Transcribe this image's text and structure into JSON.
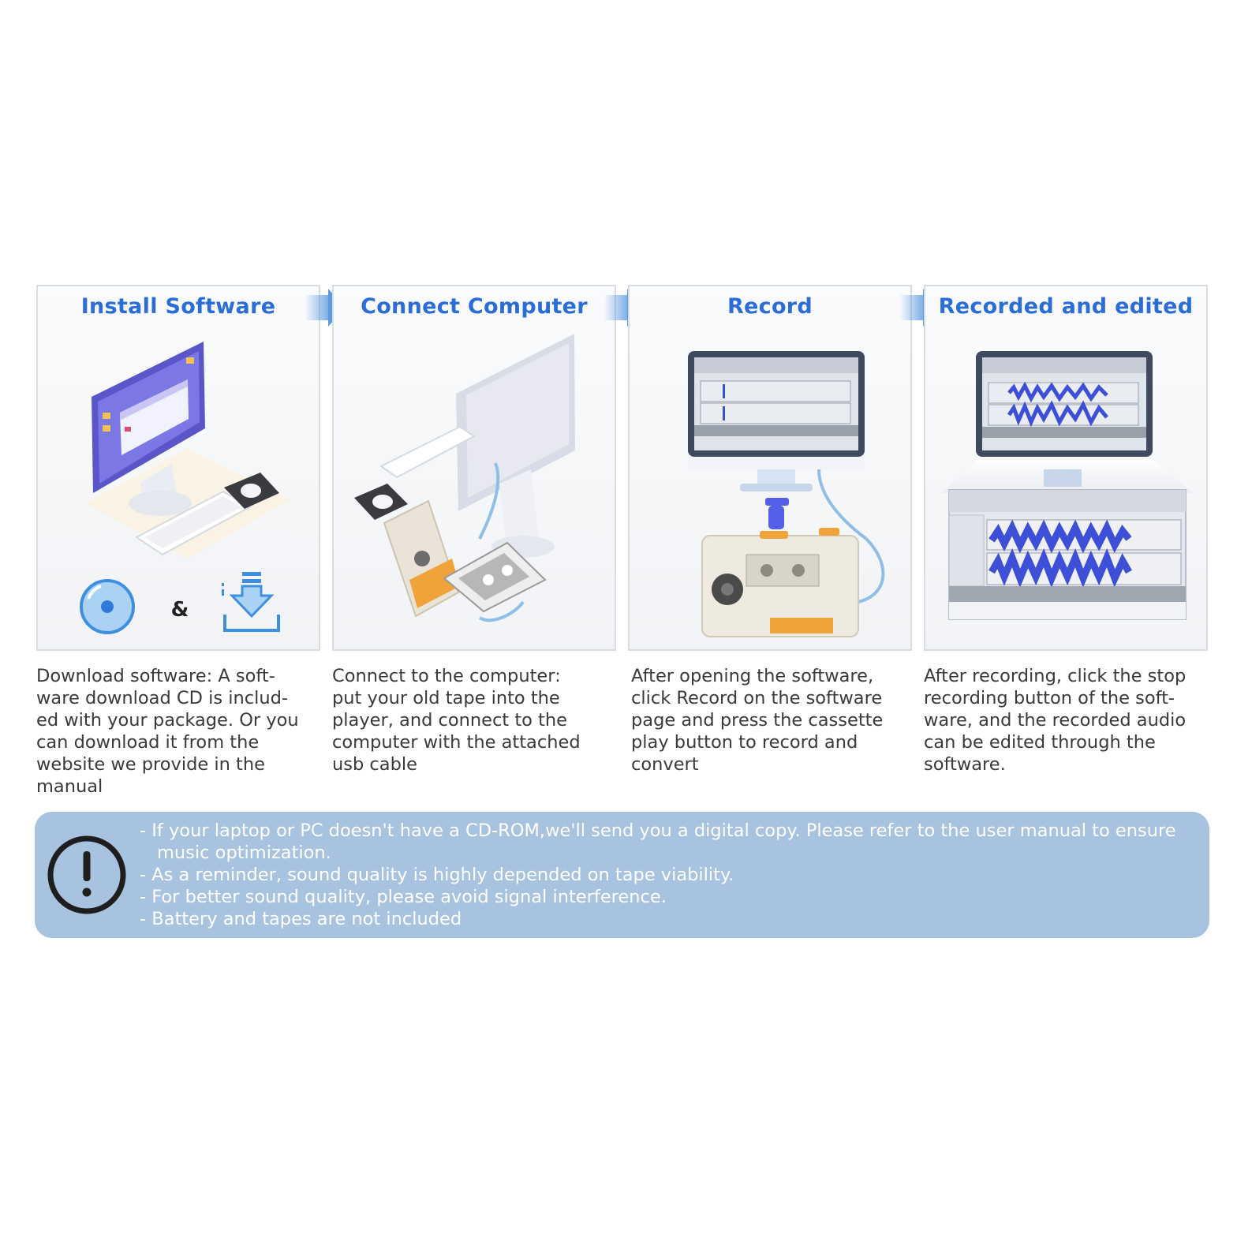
{
  "steps": [
    {
      "title": "Install Software",
      "description": "Download software: A soft-\nware download CD is includ-\ned with your package. Or you\ncan download it from the\nwebsite we provide in the\nmanual",
      "ampersand": "&"
    },
    {
      "title": "Connect Computer",
      "description": "Connect to the computer:\nput your old tape into the\nplayer, and connect to the\ncomputer with the attached\nusb cable"
    },
    {
      "title": "Record",
      "description": "After opening the software,\nclick Record on the software\npage and press the cassette\nplay button to record and\nconvert"
    },
    {
      "title": "Recorded and edited",
      "description": "After recording, click the stop\nrecording button of the soft-\nware, and the recorded audio\ncan be edited through the\nsoftware."
    }
  ],
  "notice": {
    "icon": "exclamation-circle-icon",
    "lines": [
      "If your laptop or PC doesn't have a CD-ROM,we'll send you a digital copy. Please refer to the user manual to ensure music optimization.",
      "As a reminder, sound quality is highly depended on tape viability.",
      "For better sound quality, please avoid signal interference.",
      "Battery and tapes are not included"
    ]
  },
  "colors": {
    "title": "#2a6dd6",
    "notice_bg": "#a7c3e0",
    "arrow": "#5b9be0",
    "waveform": "#3d4fd6"
  }
}
